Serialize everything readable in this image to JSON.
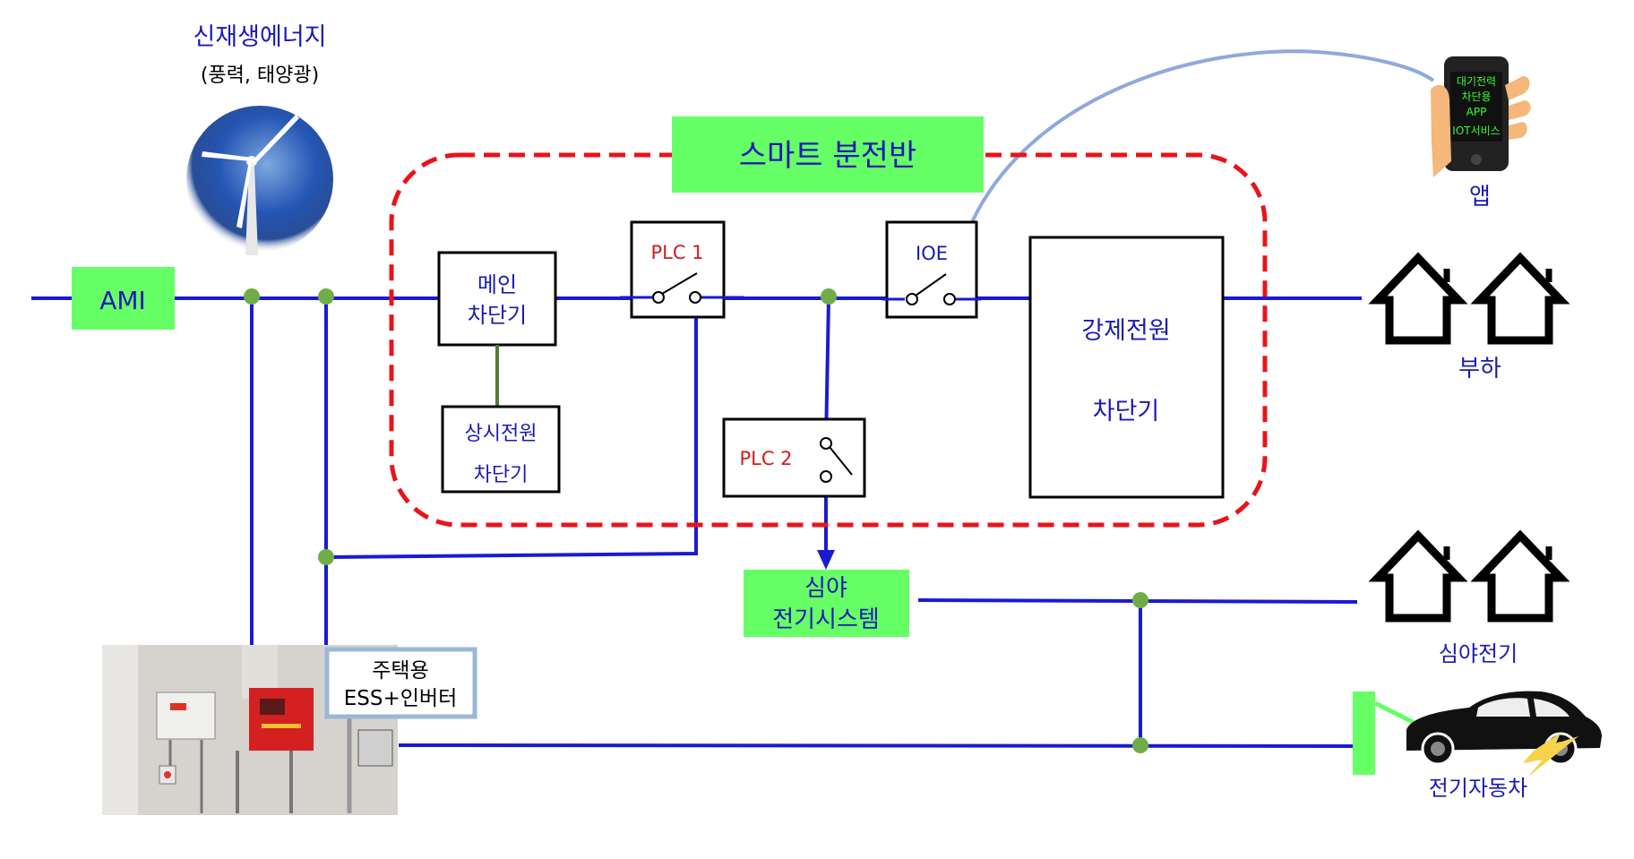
{
  "renewable": {
    "title": "신재생에너지",
    "subtitle": "(풍력, 태양광)"
  },
  "ami": {
    "label": "AMI"
  },
  "smart_panel": {
    "title": "스마트 분전반"
  },
  "main_breaker": {
    "line1": "메인",
    "line2": "차단기"
  },
  "constant_breaker": {
    "line1": "상시전원",
    "line2": "차단기"
  },
  "plc1": {
    "label": "PLC 1"
  },
  "plc2": {
    "label": "PLC 2"
  },
  "ioe": {
    "label": "IOE"
  },
  "forced_breaker": {
    "line1": "강제전원",
    "line2": "차단기"
  },
  "night_system": {
    "line1": "심야",
    "line2": "전기시스템"
  },
  "ess": {
    "line1": "주택용",
    "line2": "ESS+인버터"
  },
  "app": {
    "label": "앱",
    "screen_lines": [
      "대기전력",
      "차단용",
      "APP",
      "IOT서비스"
    ]
  },
  "load": {
    "label": "부하"
  },
  "night_power": {
    "label": "심야전기"
  },
  "ev": {
    "label": "전기자동차"
  },
  "colors": {
    "line": "#1a1ad4",
    "node": "#70ad47",
    "label_green": "#66ff66",
    "panel_border": "#e8141a",
    "plc_text": "#d11d1d",
    "app_cable": "#8eaadb",
    "text_blue": "#1a1ab4"
  }
}
